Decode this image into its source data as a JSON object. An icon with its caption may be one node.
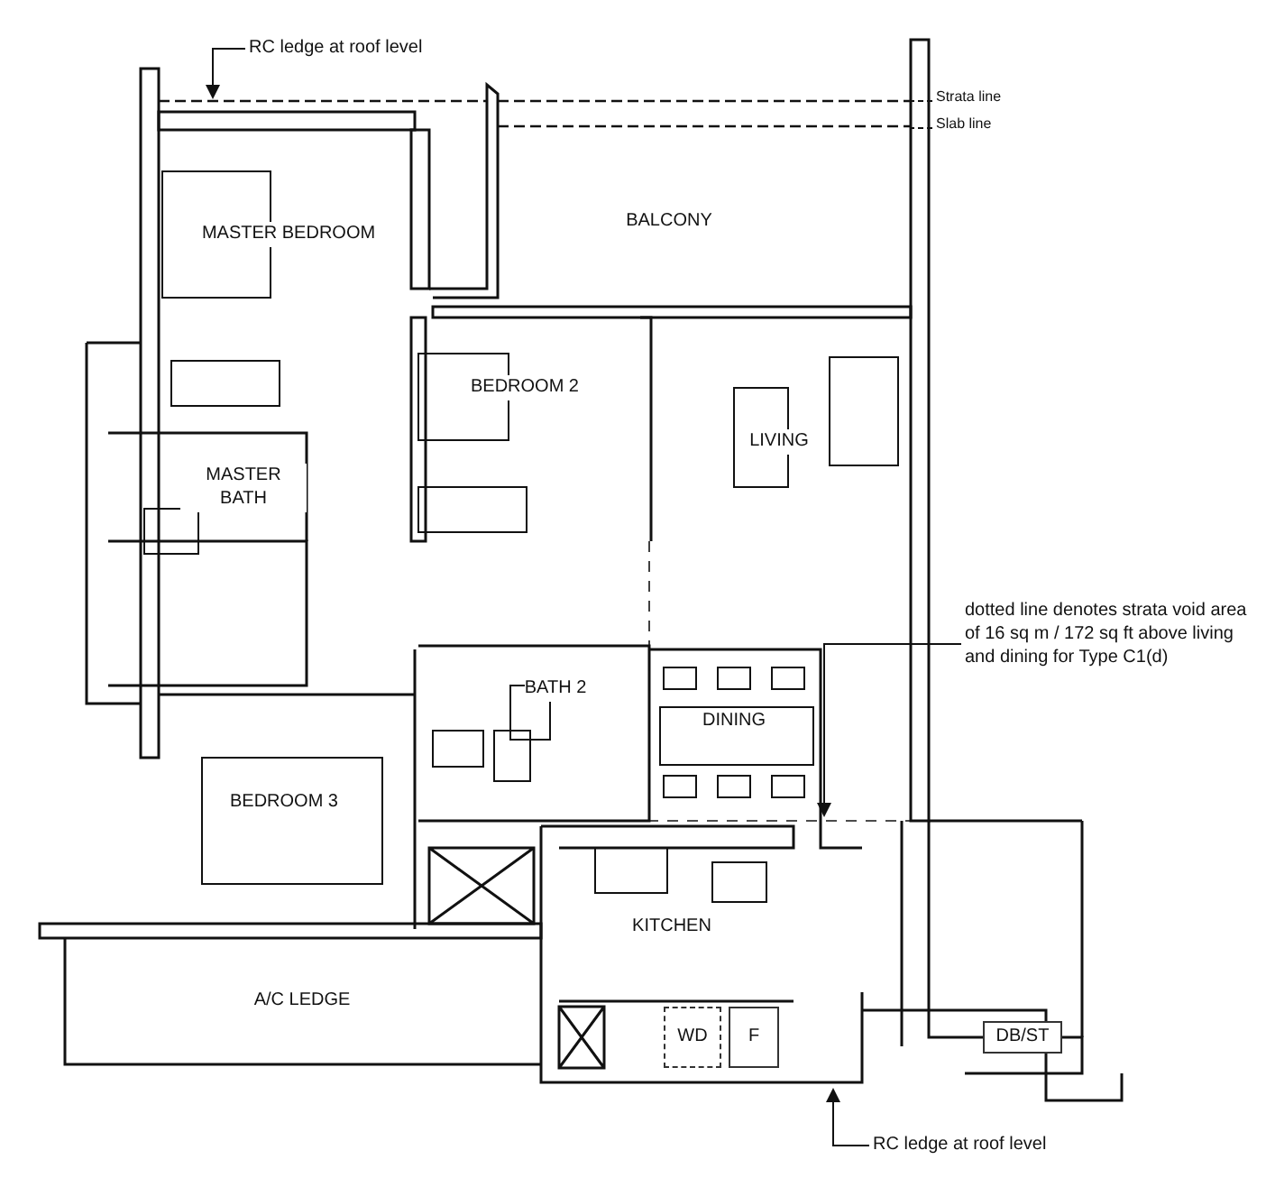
{
  "diagram": {
    "nodes": [
      {
        "text": [
          "MASTER BEDROOM"
        ]
      },
      {
        "text": [
          "BALCONY"
        ]
      },
      {
        "text": [
          "BEDROOM 2"
        ]
      },
      {
        "text": [
          "LIVING"
        ]
      },
      {
        "text": [
          "MASTER BATH"
        ]
      },
      {
        "text": [
          "BATH 2"
        ]
      },
      {
        "text": [
          "DINING"
        ]
      },
      {
        "text": [
          "BEDROOM 3"
        ]
      },
      {
        "text": [
          "KITCHEN"
        ]
      },
      {
        "text": [
          "A/C LEDGE"
        ]
      },
      {
        "text": [
          "WD"
        ]
      },
      {
        "text": [
          "F"
        ]
      },
      {
        "text": [
          "DB/ST"
        ]
      },
      {
        "text": [
          "RC ledge at roof level"
        ]
      },
      {
        "text": [
          "Strata line"
        ]
      },
      {
        "text": [
          "Slab line"
        ]
      },
      {
        "text": [
          "dotted line denotes strata void area of 16 sq m / 172 sq ft above living and dining for Type C1(d)"
        ]
      },
      {
        "text": [
          "RC ledge at roof level"
        ]
      }
    ],
    "edges": [
      {
        "from": 13,
        "to": null,
        "arrow": "to"
      },
      {
        "from": 14,
        "to": null,
        "arrow": "none",
        "style": "dashed"
      },
      {
        "from": 15,
        "to": null,
        "arrow": "none",
        "style": "dashed"
      },
      {
        "from": 16,
        "to": null,
        "arrow": "to"
      },
      {
        "from": 17,
        "to": null,
        "arrow": "to"
      }
    ]
  }
}
